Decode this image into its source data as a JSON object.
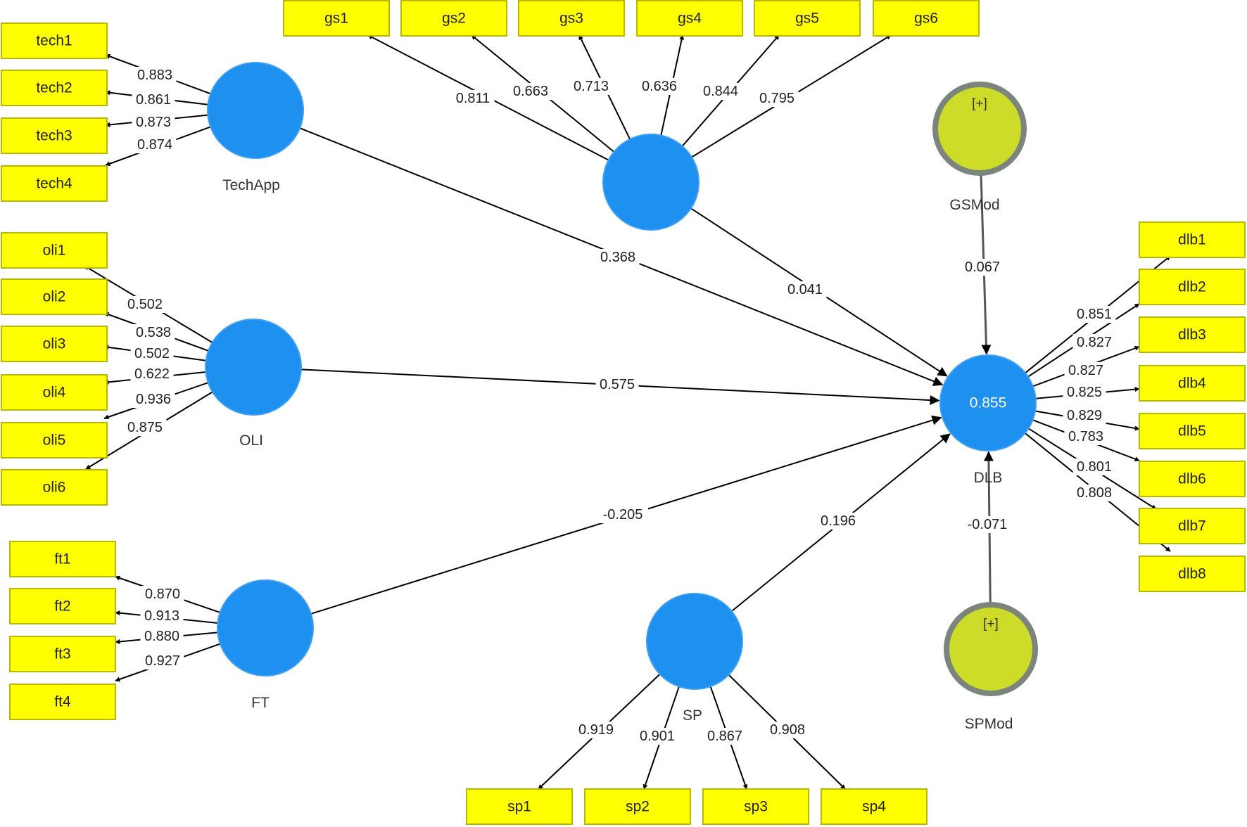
{
  "constructs": [
    {
      "id": "TechApp",
      "name": "TechApp",
      "type": "latent"
    },
    {
      "id": "GS",
      "name": "",
      "type": "latent"
    },
    {
      "id": "OLI",
      "name": "OLI",
      "type": "latent"
    },
    {
      "id": "FT",
      "name": "FT",
      "type": "latent"
    },
    {
      "id": "SP",
      "name": "SP",
      "type": "latent"
    },
    {
      "id": "DLB",
      "name": "DLB",
      "type": "latent",
      "r2": "0.855"
    },
    {
      "id": "GSMod",
      "name": "GSMod",
      "type": "moderator",
      "marker": "[+]"
    },
    {
      "id": "SPMod",
      "name": "SPMod",
      "type": "moderator",
      "marker": "[+]"
    }
  ],
  "indicators": {
    "TechApp": [
      {
        "name": "tech1",
        "loading": "0.883"
      },
      {
        "name": "tech2",
        "loading": "0.861"
      },
      {
        "name": "tech3",
        "loading": "0.873"
      },
      {
        "name": "tech4",
        "loading": "0.874"
      }
    ],
    "GS": [
      {
        "name": "gs1",
        "loading": "0.811"
      },
      {
        "name": "gs2",
        "loading": "0.663"
      },
      {
        "name": "gs3",
        "loading": "0.713"
      },
      {
        "name": "gs4",
        "loading": "0.636"
      },
      {
        "name": "gs5",
        "loading": "0.844"
      },
      {
        "name": "gs6",
        "loading": "0.795"
      }
    ],
    "OLI": [
      {
        "name": "oli1",
        "loading": "0.502"
      },
      {
        "name": "oli2",
        "loading": "0.538"
      },
      {
        "name": "oli3",
        "loading": "0.502"
      },
      {
        "name": "oli4",
        "loading": "0.622"
      },
      {
        "name": "oli5",
        "loading": "0.936"
      },
      {
        "name": "oli6",
        "loading": "0.875"
      }
    ],
    "FT": [
      {
        "name": "ft1",
        "loading": "0.870"
      },
      {
        "name": "ft2",
        "loading": "0.913"
      },
      {
        "name": "ft3",
        "loading": "0.880"
      },
      {
        "name": "ft4",
        "loading": "0.927"
      }
    ],
    "SP": [
      {
        "name": "sp1",
        "loading": "0.919"
      },
      {
        "name": "sp2",
        "loading": "0.901"
      },
      {
        "name": "sp3",
        "loading": "0.867"
      },
      {
        "name": "sp4",
        "loading": "0.908"
      }
    ],
    "DLB": [
      {
        "name": "dlb1",
        "loading": "0.851"
      },
      {
        "name": "dlb2",
        "loading": "0.827"
      },
      {
        "name": "dlb3",
        "loading": "0.827"
      },
      {
        "name": "dlb4",
        "loading": "0.825"
      },
      {
        "name": "dlb5",
        "loading": "0.829"
      },
      {
        "name": "dlb6",
        "loading": "0.783"
      },
      {
        "name": "dlb7",
        "loading": "0.801"
      },
      {
        "name": "dlb8",
        "loading": "0.808"
      }
    ]
  },
  "paths": [
    {
      "from": "TechApp",
      "to": "DLB",
      "coef": "0.368"
    },
    {
      "from": "GS",
      "to": "DLB",
      "coef": "0.041"
    },
    {
      "from": "OLI",
      "to": "DLB",
      "coef": "0.575"
    },
    {
      "from": "FT",
      "to": "DLB",
      "coef": "-0.205"
    },
    {
      "from": "SP",
      "to": "DLB",
      "coef": "0.196"
    },
    {
      "from": "GSMod",
      "to": "DLB",
      "coef": "0.067"
    },
    {
      "from": "SPMod",
      "to": "DLB",
      "coef": "-0.071"
    }
  ],
  "colors": {
    "latent_fill": "#1e90f0",
    "moderator_fill": "#cddc28",
    "moderator_border": "#7b857c",
    "indicator_fill": "#ffff00"
  }
}
